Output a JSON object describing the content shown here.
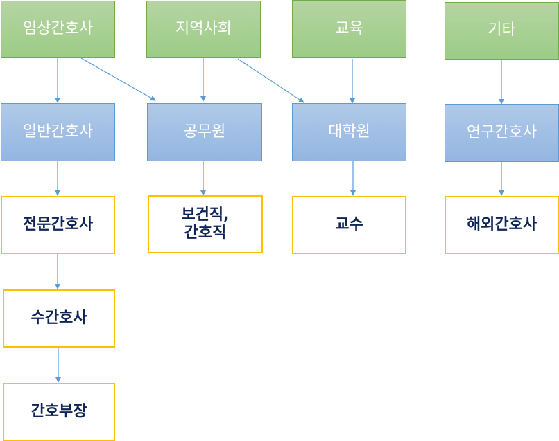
{
  "diagram": {
    "colors": {
      "category_fill": "#9ccc85",
      "category_border": "#70ad47",
      "role_fill": "#93b6e1",
      "role_border": "#5b9bd5",
      "career_border": "#ffc000",
      "career_text": "#0f2557",
      "arrow": "#5b9bd5"
    },
    "nodes": {
      "clinical": "임상간호사",
      "community": "지역사회",
      "education": "교육",
      "other": "기타",
      "general_nurse": "일반간호사",
      "civil_servant": "공무원",
      "graduate_school": "대학원",
      "research_nurse": "연구간호사",
      "specialist_nurse": "전문간호사",
      "health_nursing_post": "보건직,\n간호직",
      "professor": "교수",
      "overseas_nurse": "해외간호사",
      "head_nurse": "수간호사",
      "nursing_director": "간호부장"
    },
    "edges": [
      {
        "from": "clinical",
        "to": "general_nurse"
      },
      {
        "from": "clinical",
        "to": "civil_servant"
      },
      {
        "from": "community",
        "to": "civil_servant"
      },
      {
        "from": "community",
        "to": "graduate_school"
      },
      {
        "from": "education",
        "to": "graduate_school"
      },
      {
        "from": "other",
        "to": "research_nurse"
      },
      {
        "from": "general_nurse",
        "to": "specialist_nurse"
      },
      {
        "from": "civil_servant",
        "to": "health_nursing_post"
      },
      {
        "from": "graduate_school",
        "to": "professor"
      },
      {
        "from": "research_nurse",
        "to": "overseas_nurse"
      },
      {
        "from": "specialist_nurse",
        "to": "head_nurse"
      },
      {
        "from": "head_nurse",
        "to": "nursing_director"
      }
    ]
  }
}
